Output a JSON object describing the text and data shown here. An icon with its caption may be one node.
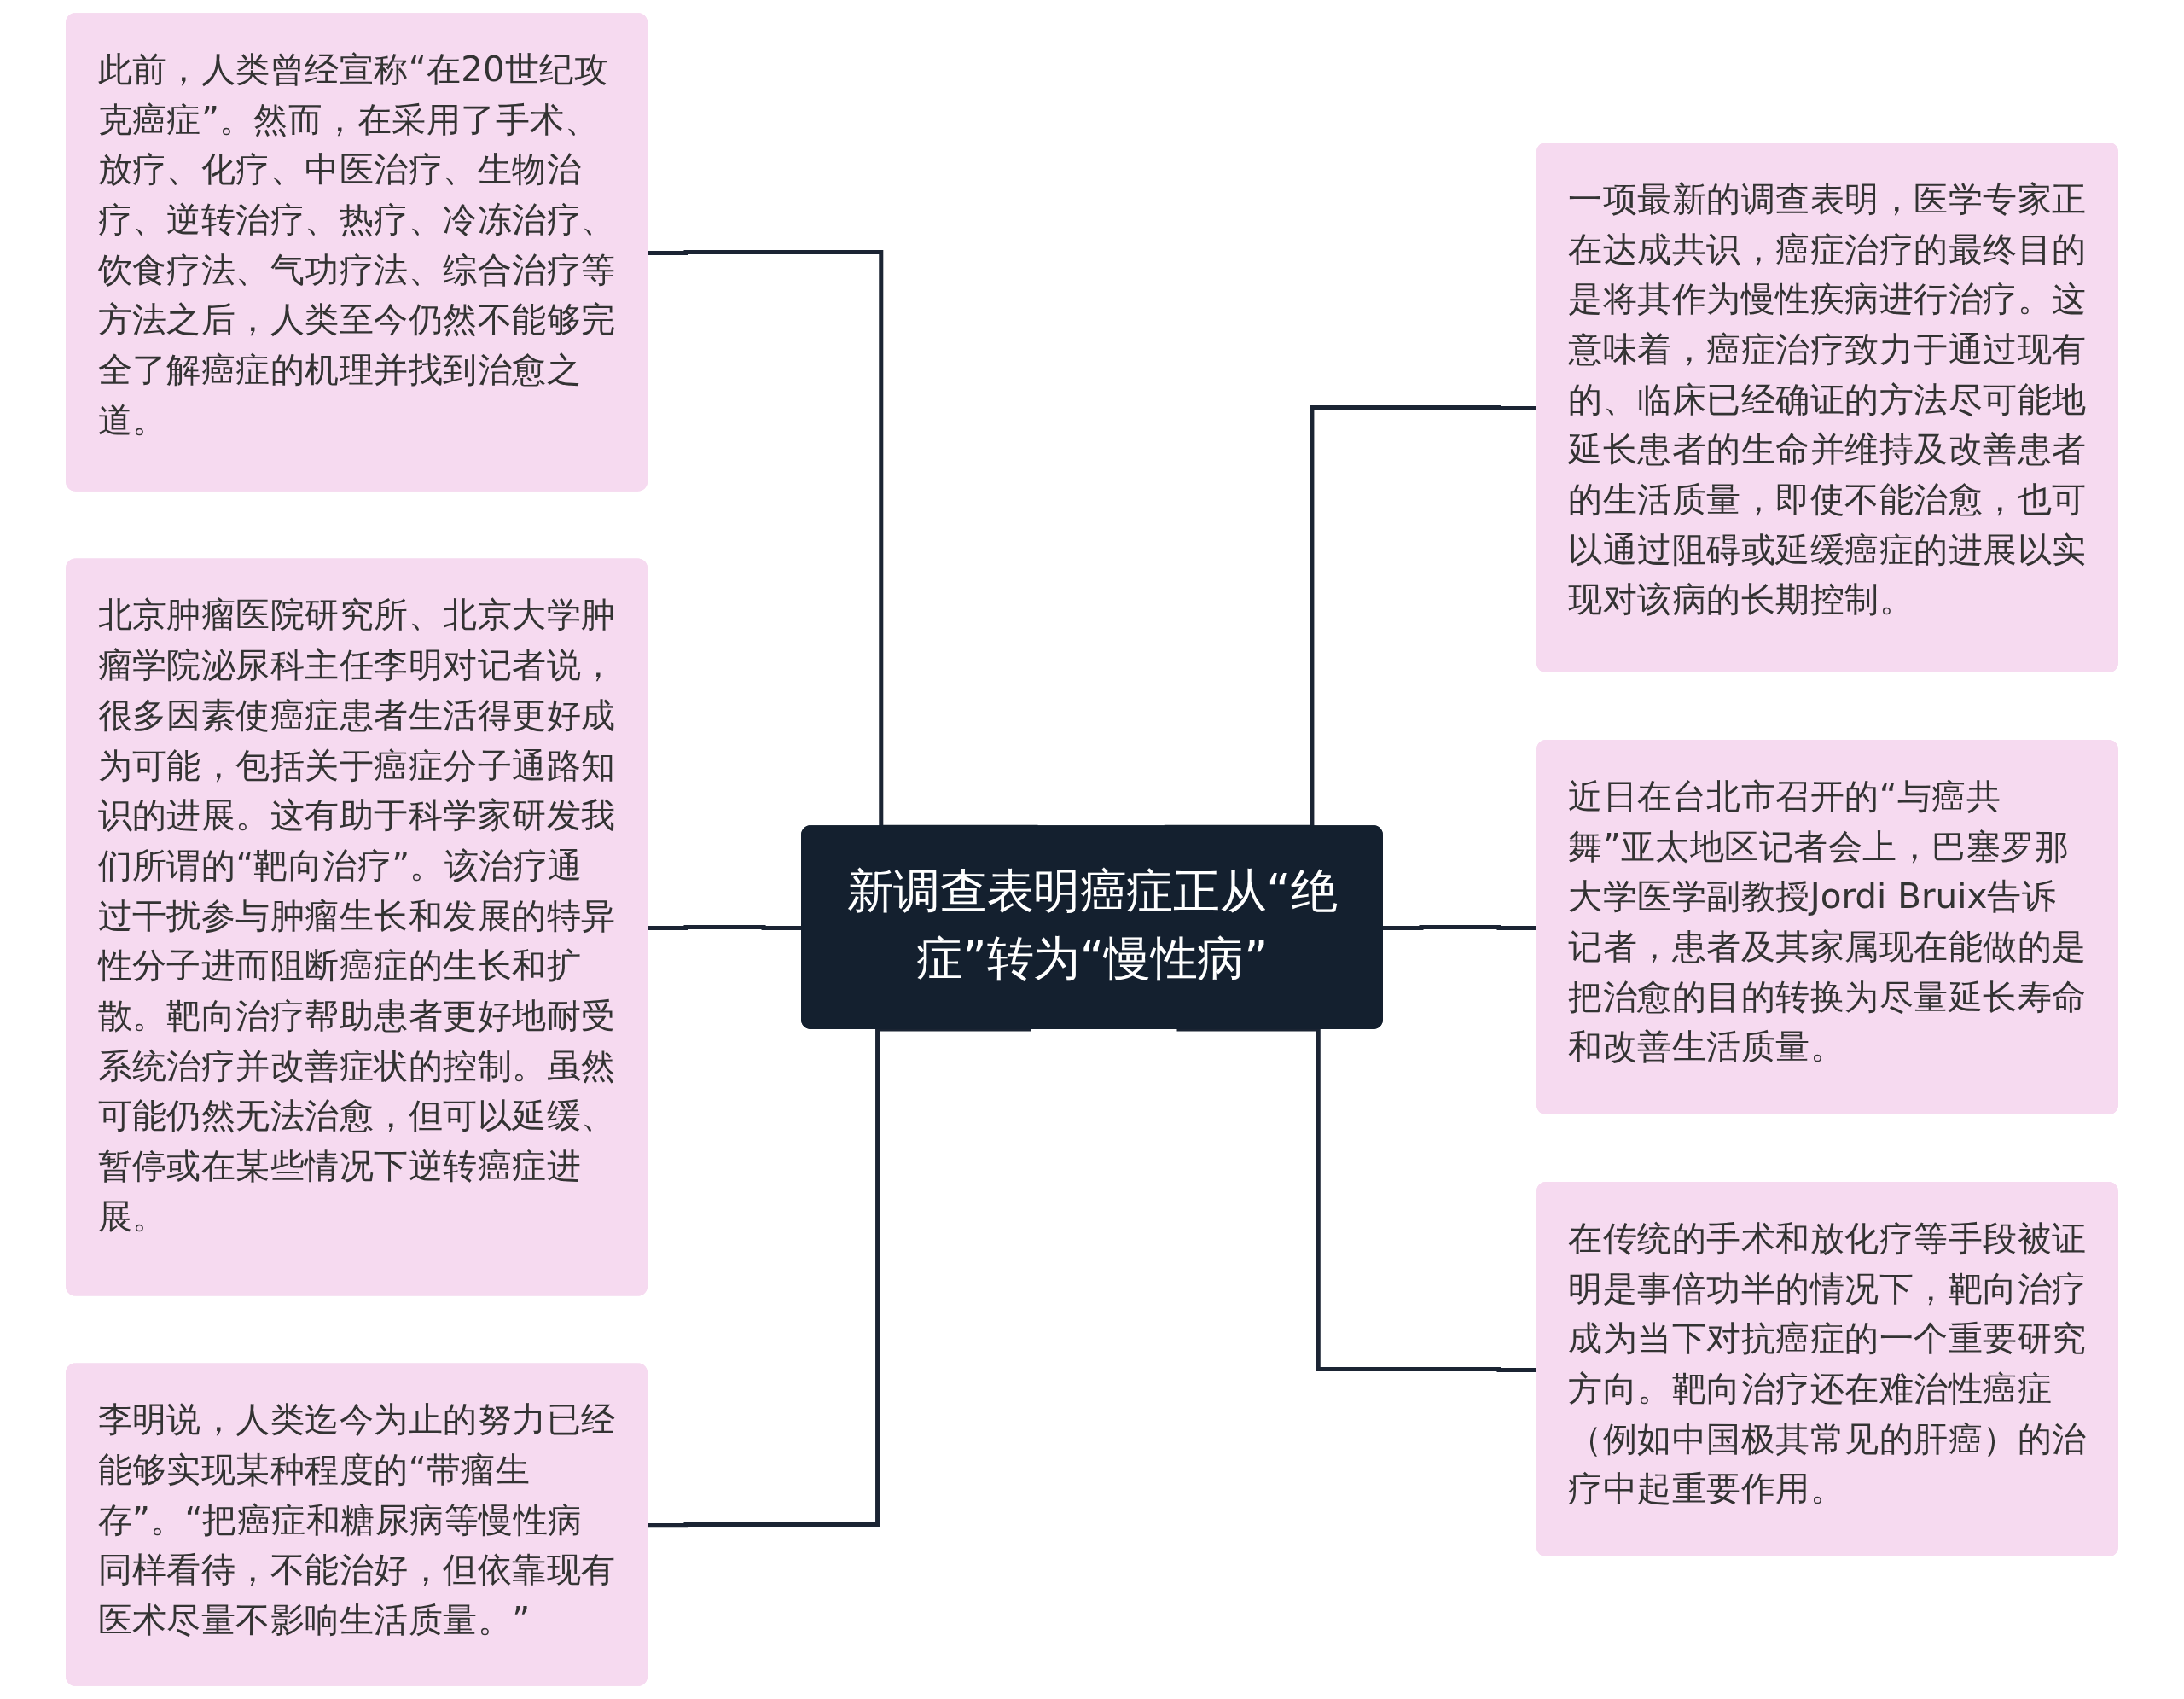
{
  "diagram": {
    "nodes": [
      {
        "text": [
          "新调查表明癌症正从“绝症”转为“慢性病”"
        ]
      },
      {
        "text": [
          "此前，人类曾经宣称“在20世纪攻克癌症”。然而，在采用了手术、放疗、化疗、中医治疗、生物治疗、逆转治疗、热疗、冷冻治疗、饮食疗法、气功疗法、综合治疗等方法之后，人类至今仍然不能够完全了解癌症的机理并找到治愈之道。"
        ]
      },
      {
        "text": [
          "北京肿瘤医院研究所、北京大学肿瘤学院泌尿科主任李明对记者说，很多因素使癌症患者生活得更好成为可能，包括关于癌症分子通路知识的进展。这有助于科学家研发我们所谓的“靶向治疗”。该治疗通过干扰参与肿瘤生长和发展的特异性分子进而阻断癌症的生长和扩散。靶向治疗帮助患者更好地耐受系统治疗并改善症状的控制。虽然可能仍然无法治愈，但可以延缓、暂停或在某些情况下逆转癌症进展。"
        ]
      },
      {
        "text": [
          "李明说，人类迄今为止的努力已经能够实现某种程度的“带瘤生存”。“把癌症和糖尿病等慢性病同样看待，不能治好，但依靠现有医术尽量不影响生活质量。”"
        ]
      },
      {
        "text": [
          "一项最新的调查表明，医学专家正在达成共识，癌症治疗的最终目的是将其作为慢性疾病进行治疗。这意味着，癌症治疗致力于通过现有的、临床已经确证的方法尽可能地延长患者的生命并维持及改善患者的生活质量，即使不能治愈，也可以通过阻碍或延缓癌症的进展以实现对该病的长期控制。"
        ]
      },
      {
        "text": [
          "近日在台北市召开的“与癌共舞”亚太地区记者会上，巴塞罗那大学医学副教授Jordi Bruix告诉记者，患者及其家属现在能做的是把治愈的目的转换为尽量延长寿命和改善生活质量。"
        ]
      },
      {
        "text": [
          "在传统的手术和放化疗等手段被证明是事倍功半的情况下，靶向治疗成为当下对抗癌症的一个重要研究方向。靶向治疗还在难治性癌症（例如中国极其常见的肝癌）的治疗中起重要作用。"
        ]
      }
    ],
    "edges": [
      {
        "from": 0,
        "to": 1,
        "arrow": "none"
      },
      {
        "from": 0,
        "to": 2,
        "arrow": "none"
      },
      {
        "from": 0,
        "to": 3,
        "arrow": "none"
      },
      {
        "from": 0,
        "to": 4,
        "arrow": "none"
      },
      {
        "from": 0,
        "to": 5,
        "arrow": "none"
      },
      {
        "from": 0,
        "to": 6,
        "arrow": "none"
      }
    ]
  }
}
